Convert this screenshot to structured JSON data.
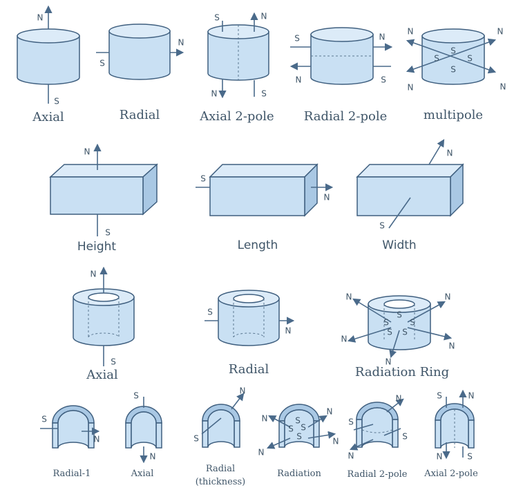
{
  "colors": {
    "fill": "#c9e0f3",
    "top_fill": "#dcebf8",
    "side_fill": "#a9c8e4",
    "stroke": "#3f5f7f",
    "arrow": "#4a6a8a",
    "text": "#3f5568"
  },
  "captions": {
    "cyl_axial": "Axial",
    "cyl_radial": "Radial",
    "cyl_axial_2pole": "Axial 2-pole",
    "cyl_radial_2pole": "Radial  2-pole",
    "cyl_multipole": "multipole",
    "block_height": "Height",
    "block_length": "Length",
    "block_width": "Width",
    "ring_axial": "Axial",
    "ring_radial": "Radial",
    "ring_radiation": "Radiation Ring",
    "arc_radial_1": "Radial-1",
    "arc_axial": "Axial",
    "arc_radial_thickness_1": "Radial",
    "arc_radial_thickness_2": "(thickness)",
    "arc_radiation": "Radiation",
    "arc_radial_2pole": "Radial 2-pole",
    "arc_axial_2pole": "Axial 2-pole"
  },
  "poles": {
    "north": "N",
    "south": "S"
  }
}
